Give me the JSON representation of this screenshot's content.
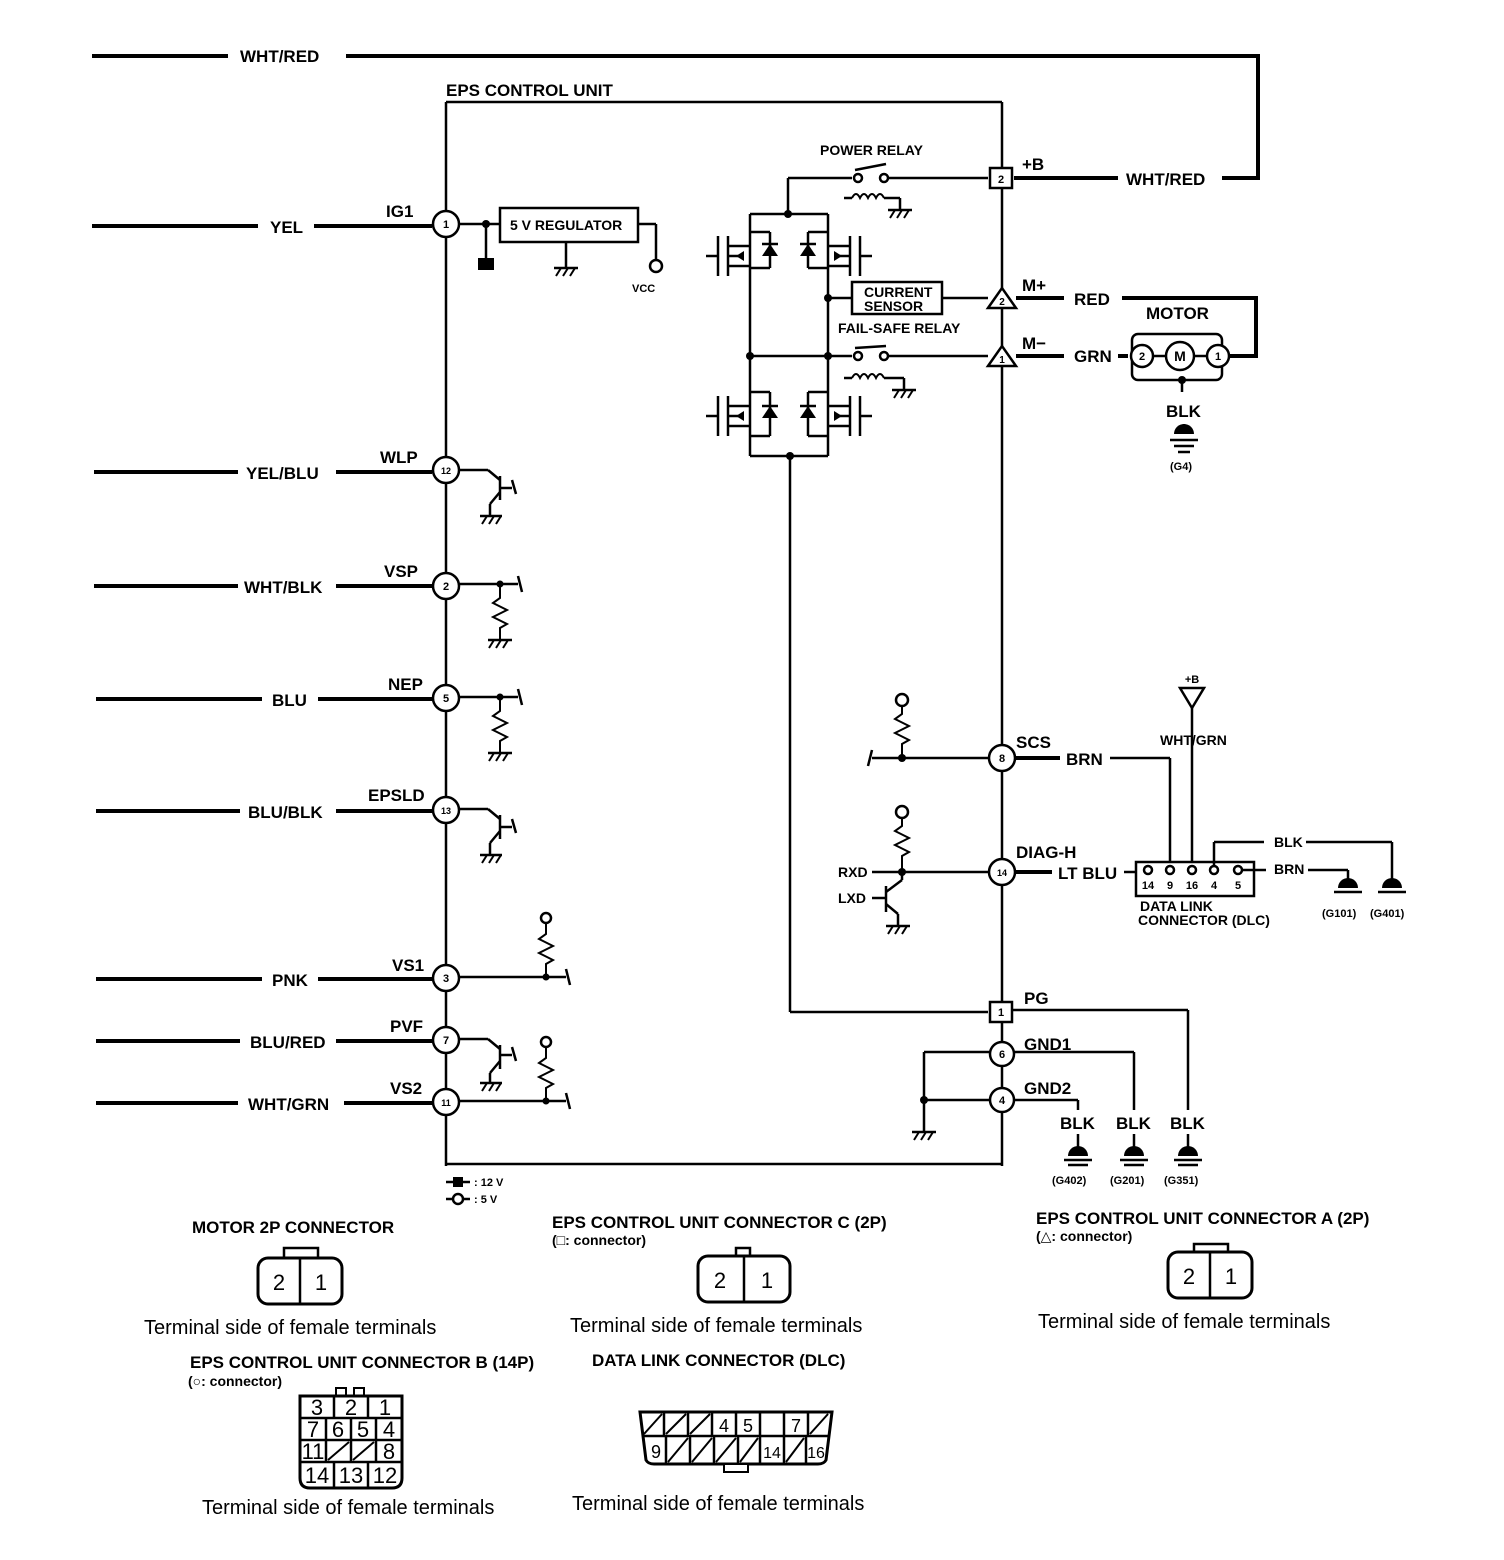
{
  "title": "EPS CONTROL UNIT",
  "ecu_inputs": [
    {
      "wire": "WHT/RED"
    },
    {
      "wire": "YEL",
      "signal": "IG1",
      "pin": "1"
    },
    {
      "wire": "YEL/BLU",
      "signal": "WLP",
      "pin": "12"
    },
    {
      "wire": "WHT/BLK",
      "signal": "VSP",
      "pin": "2"
    },
    {
      "wire": "BLU",
      "signal": "NEP",
      "pin": "5"
    },
    {
      "wire": "BLU/BLK",
      "signal": "EPSLD",
      "pin": "13"
    },
    {
      "wire": "PNK",
      "signal": "VS1",
      "pin": "3"
    },
    {
      "wire": "BLU/RED",
      "signal": "PVF",
      "pin": "7"
    },
    {
      "wire": "WHT/GRN",
      "signal": "VS2",
      "pin": "11"
    }
  ],
  "internal": {
    "regulator": "5 V REGULATOR",
    "vcc": "VCC",
    "power_relay": "POWER RELAY",
    "current_sensor_1": "CURRENT",
    "current_sensor_2": "SENSOR",
    "failsafe_relay": "FAIL-SAFE RELAY",
    "rxd": "RXD",
    "lxd": "LXD"
  },
  "right_side": {
    "plus_b": {
      "pin": "2",
      "label": "+B",
      "wire": "WHT/RED"
    },
    "m_plus": {
      "pin": "2",
      "label": "M+",
      "wire": "RED"
    },
    "m_minus": {
      "pin": "1",
      "label": "M−",
      "wire": "GRN"
    },
    "motor": {
      "title": "MOTOR",
      "symbol": "M",
      "pin_left": "2",
      "pin_right": "1",
      "ground_wire": "BLK",
      "ground": "(G4)"
    },
    "scs": {
      "pin": "8",
      "label": "SCS",
      "wire": "BRN"
    },
    "diag": {
      "pin": "14",
      "label": "DIAG-H",
      "wire": "LT BLU"
    },
    "pg": {
      "pin": "1",
      "label": "PG"
    },
    "gnd1": {
      "pin": "6",
      "label": "GND1"
    },
    "gnd2": {
      "pin": "4",
      "label": "GND2"
    },
    "grounds": [
      {
        "wire": "BLK",
        "id": "(G402)"
      },
      {
        "wire": "BLK",
        "id": "(G201)"
      },
      {
        "wire": "BLK",
        "id": "(G351)"
      }
    ]
  },
  "dlc": {
    "plus_b": "+B",
    "supply_wire": "WHT/GRN",
    "pins": [
      "14",
      "9",
      "16",
      "4",
      "5"
    ],
    "title_1": "DATA LINK",
    "title_2": "CONNECTOR (DLC)",
    "wire_blk": "BLK",
    "wire_brn": "BRN",
    "ground_1": "(G101)",
    "ground_2": "(G401)"
  },
  "legend": {
    "v12": ": 12 V",
    "v5": ": 5 V"
  },
  "connectors": {
    "motor": {
      "title": "MOTOR 2P CONNECTOR",
      "pins": [
        "2",
        "1"
      ],
      "caption": "Terminal side of female terminals"
    },
    "conn_c": {
      "title": "EPS CONTROL UNIT CONNECTOR C (2P)",
      "subtitle": "(□: connector)",
      "pins": [
        "2",
        "1"
      ],
      "caption": "Terminal side of female terminals"
    },
    "conn_a": {
      "title": "EPS CONTROL UNIT CONNECTOR A (2P)",
      "subtitle": "(△: connector)",
      "pins": [
        "2",
        "1"
      ],
      "caption": "Terminal side of female terminals"
    },
    "conn_b": {
      "title": "EPS CONTROL UNIT CONNECTOR B (14P)",
      "subtitle": "(○: connector)",
      "rows": [
        [
          "3",
          "2",
          "1"
        ],
        [
          "7",
          "6",
          "5",
          "4"
        ],
        [
          "11",
          "8"
        ],
        [
          "14",
          "13",
          "12"
        ]
      ],
      "caption": "Terminal side of female terminals"
    },
    "dlc": {
      "title": "DATA LINK CONNECTOR (DLC)",
      "top_row": [
        "4",
        "5",
        "7"
      ],
      "bottom_row": [
        "9",
        "14",
        "16"
      ],
      "caption": "Terminal side of female terminals"
    }
  }
}
